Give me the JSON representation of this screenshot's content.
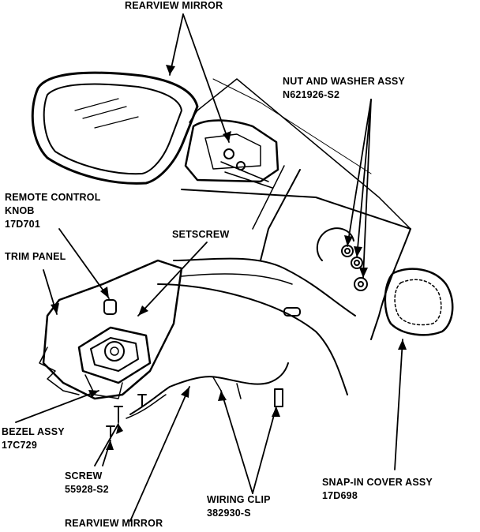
{
  "labels": {
    "rearview_mirror_top": "REARVIEW MIRROR",
    "nut_washer_line1": "NUT AND WASHER ASSY",
    "nut_washer_line2": "N621926-S2",
    "remote_knob_line1": "REMOTE CONTROL",
    "remote_knob_line2": "KNOB",
    "remote_knob_line3": "17D701",
    "setscrew": "SETSCREW",
    "trim_panel": "TRIM PANEL",
    "bezel_line1": "BEZEL ASSY",
    "bezel_line2": "17C729",
    "screw_line1": "SCREW",
    "screw_line2": "55928-S2",
    "wiring_clip_line1": "WIRING CLIP",
    "wiring_clip_line2": "382930-S",
    "snapin_line1": "SNAP-IN COVER ASSY",
    "snapin_line2": "17D698",
    "rearview_mirror_bottom": "REARVIEW MIRROR"
  }
}
